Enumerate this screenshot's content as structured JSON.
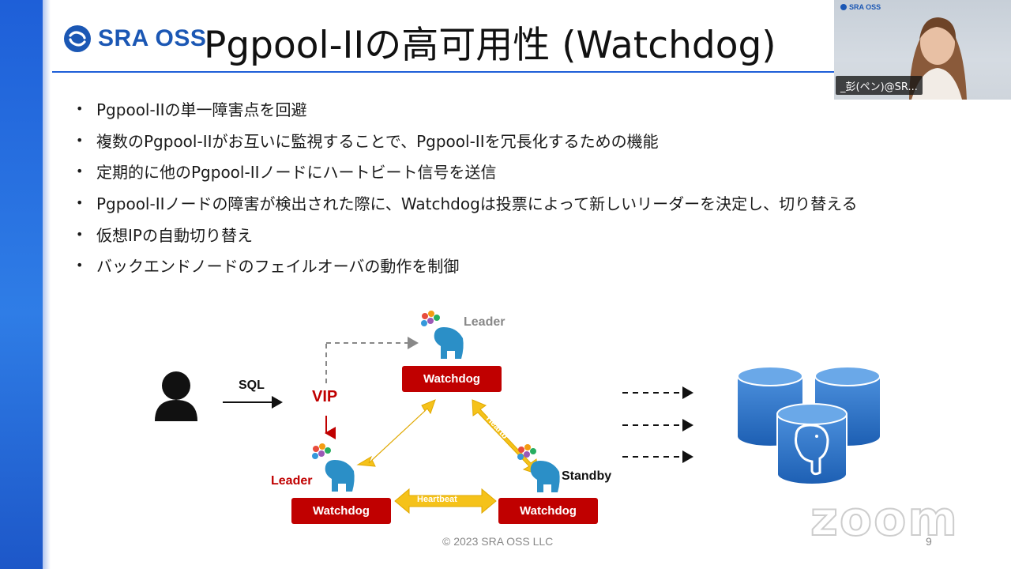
{
  "slide": {
    "logo_text": "SRA OSS",
    "title": "Pgpool-IIの高可用性 (Watchdog)",
    "bullets": [
      "Pgpool-IIの単一障害点を回避",
      "複数のPgpool-IIがお互いに監視することで、Pgpool-IIを冗長化するための機能",
      "定期的に他のPgpool-IIノードにハートビート信号を送信",
      "Pgpool-IIノードの障害が検出された際に、Watchdogは投票によって新しいリーダーを決定し、切り替える",
      "仮想IPの自動切り替え",
      "バックエンドノードのフェイルオーバの動作を制御"
    ],
    "bullet_marker": "•",
    "footer": "© 2023 SRA OSS LLC",
    "page_number": "9"
  },
  "diagram": {
    "sql_label": "SQL",
    "vip_label": "VIP",
    "leader_top_label": "Leader",
    "leader_left_label": "Leader",
    "standby_label": "Standby",
    "watchdog_label": "Watchdog",
    "heartbeat_label": "Heartbeat",
    "heartbeat_right_label": "Heartb",
    "icons": [
      "user-icon",
      "pgpool-elephant-icon",
      "database-icon",
      "postgresql-elephant-icon"
    ]
  },
  "meeting": {
    "participant_name": "_彭(ペン)@SR...",
    "video_logo_text": "SRA OSS",
    "watermark": "zoom"
  },
  "colors": {
    "brand_blue": "#1e5fd8",
    "watchdog_red": "#c00000",
    "vip_red": "#c00000",
    "heartbeat_yellow": "#f5c21a",
    "database_blue": "#2f73c9"
  }
}
